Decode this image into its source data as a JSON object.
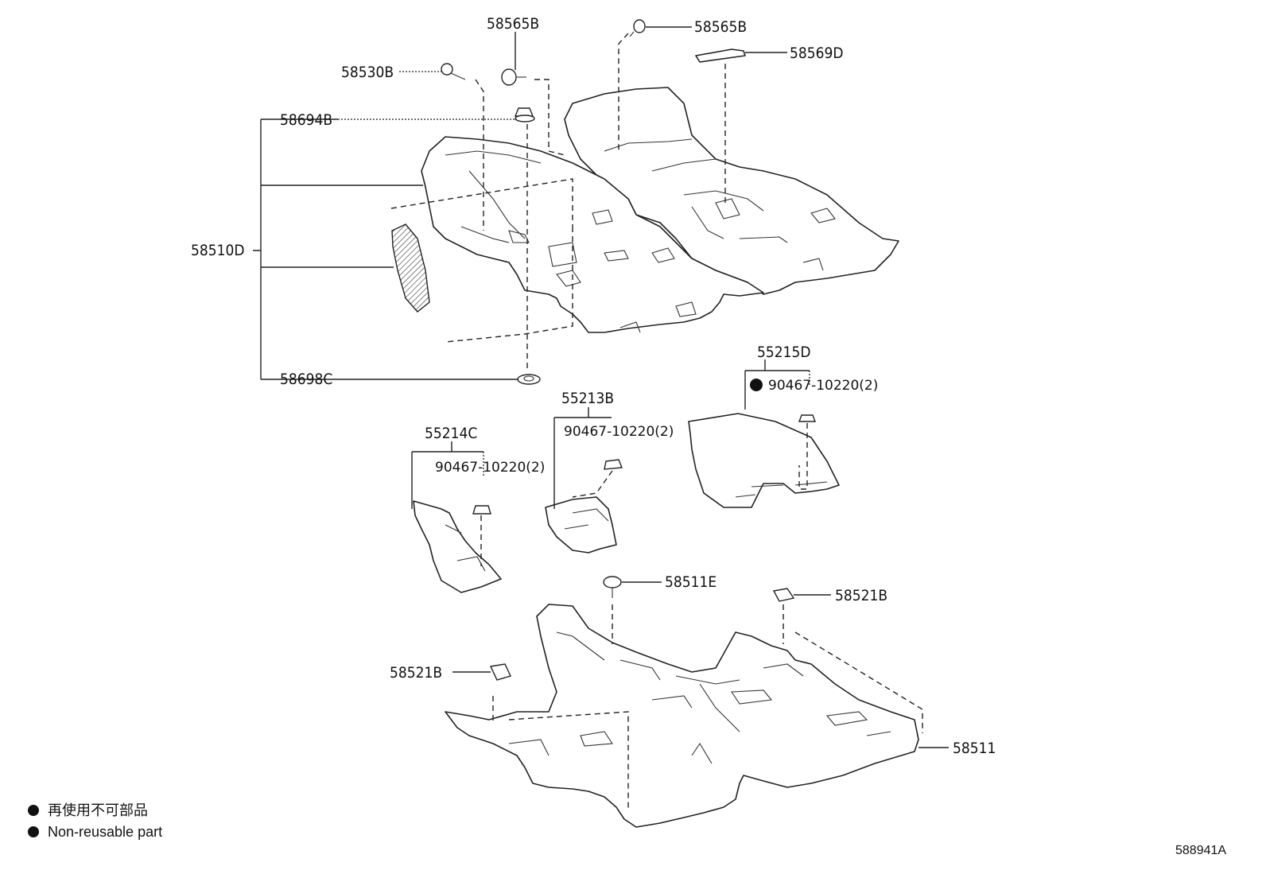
{
  "labels": {
    "p58565B_top": "58565B",
    "p58565B_right": "58565B",
    "p58569D": "58569D",
    "p58530B": "58530B",
    "p58694B": "58694B",
    "p58510D": "58510D",
    "p58698C": "58698C",
    "p55215D": "55215D",
    "p55215D_clip": "90467-10220(2)",
    "p55213B": "55213B",
    "p55213B_clip": "90467-10220(2)",
    "p55214C": "55214C",
    "p55214C_clip": "90467-10220(2)",
    "p58511E": "58511E",
    "p58521B_right": "58521B",
    "p58521B_left": "58521B",
    "p58511": "58511"
  },
  "legend": {
    "japanese": "再使用不可部品",
    "english": "Non-reusable part"
  },
  "diagram_code": "588941A"
}
